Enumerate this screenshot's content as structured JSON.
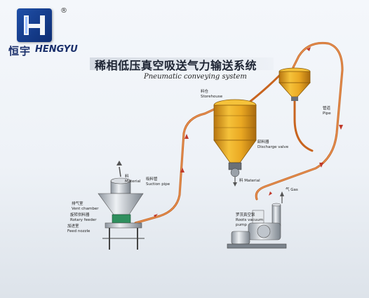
{
  "brand": {
    "registered_mark": "®",
    "name_cn": "恒宇",
    "name_en": "HENGYU"
  },
  "title": {
    "cn": "稀相低压真空吸送气力输送系统",
    "en": "Pneumatic conveying system"
  },
  "labels": {
    "storehouse_cn": "料仓",
    "storehouse_en": "Storehouse",
    "pipe_cn": "管道",
    "pipe_en": "Pipe",
    "discharge_valve_cn": "卸料器",
    "discharge_valve_en": "Discharge valve",
    "discharge_material_cn": "料",
    "discharge_material_en": "Material",
    "material_cn": "料",
    "material_en": "Material",
    "suction_pipe_cn": "吸料管",
    "suction_pipe_en": "Suction pipe",
    "vent_chamber_cn": "排气室",
    "vent_chamber_en": "Vent chamber",
    "rotary_feeder_cn": "旋转供料器",
    "rotary_feeder_en": "Rotary feeder",
    "feed_nozzle_cn": "加进室",
    "feed_nozzle_en": "Feed nozzle",
    "gas_cn": "气",
    "gas_en": "Gas",
    "roots_pump_cn": "罗茨真空泵",
    "roots_pump_en_line1": "Roots vacuum",
    "roots_pump_en_line2": "pump"
  },
  "colors": {
    "brand_blue": "#1f4fa8",
    "pipe": "#c8641f",
    "tank": "#e6a320",
    "arrow": "#c0392b"
  }
}
